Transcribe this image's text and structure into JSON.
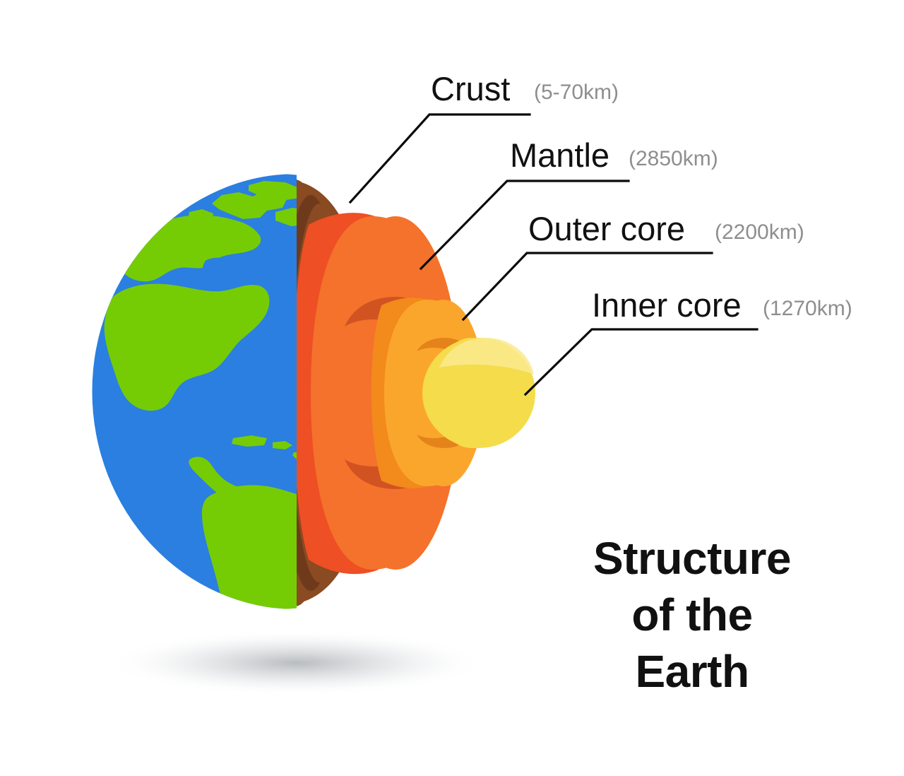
{
  "title": {
    "lines": [
      "Structure",
      "of the",
      "Earth"
    ],
    "color": "#111111"
  },
  "labels": [
    {
      "id": "crust",
      "name": "Crust",
      "depth": "(5-70km)",
      "layer_color": "#8a4a22"
    },
    {
      "id": "mantle",
      "name": "Mantle",
      "depth": "(2850km)",
      "layer_color": "#ee6225"
    },
    {
      "id": "outer-core",
      "name": "Outer core",
      "depth": "(2200km)",
      "layer_color": "#f79420"
    },
    {
      "id": "inner-core",
      "name": "Inner core",
      "depth": "(1270km)",
      "layer_color": "#f5dc4a"
    }
  ],
  "globe": {
    "ocean_color": "#2a7fe0",
    "land_color": "#76cc04",
    "crust_color": "#8a4a22",
    "crust_shadow_color": "#6e3a1b",
    "mantle_side_color": "#ee4f24",
    "mantle_face_color": "#f4722b",
    "mantle_shadow_color": "#c4461f",
    "outer_core_side_color": "#f79420",
    "outer_core_face_color": "#faa62c",
    "outer_core_shadow_color": "#e07a18",
    "inner_core_color": "#f5dc4a",
    "inner_core_highlight_color": "#f7e884",
    "shadow_color": "#9aa0a6",
    "background_color": "#ffffff"
  },
  "chart_data": {
    "type": "diagram",
    "title": "Structure of the Earth",
    "subject": "Earth internal layer cutaway",
    "layers": [
      {
        "name": "Crust",
        "thickness_label": "(5-70km)",
        "thickness_km_min": 5,
        "thickness_km_max": 70,
        "color": "#8a4a22",
        "order": 1
      },
      {
        "name": "Mantle",
        "thickness_label": "(2850km)",
        "thickness_km": 2850,
        "color": "#ee6225",
        "order": 2
      },
      {
        "name": "Outer core",
        "thickness_label": "(2200km)",
        "thickness_km": 2200,
        "color": "#f79420",
        "order": 3
      },
      {
        "name": "Inner core",
        "thickness_label": "(1270km)",
        "thickness_km": 1270,
        "color": "#f5dc4a",
        "order": 4
      }
    ],
    "legend_position": "right",
    "grid": false
  }
}
